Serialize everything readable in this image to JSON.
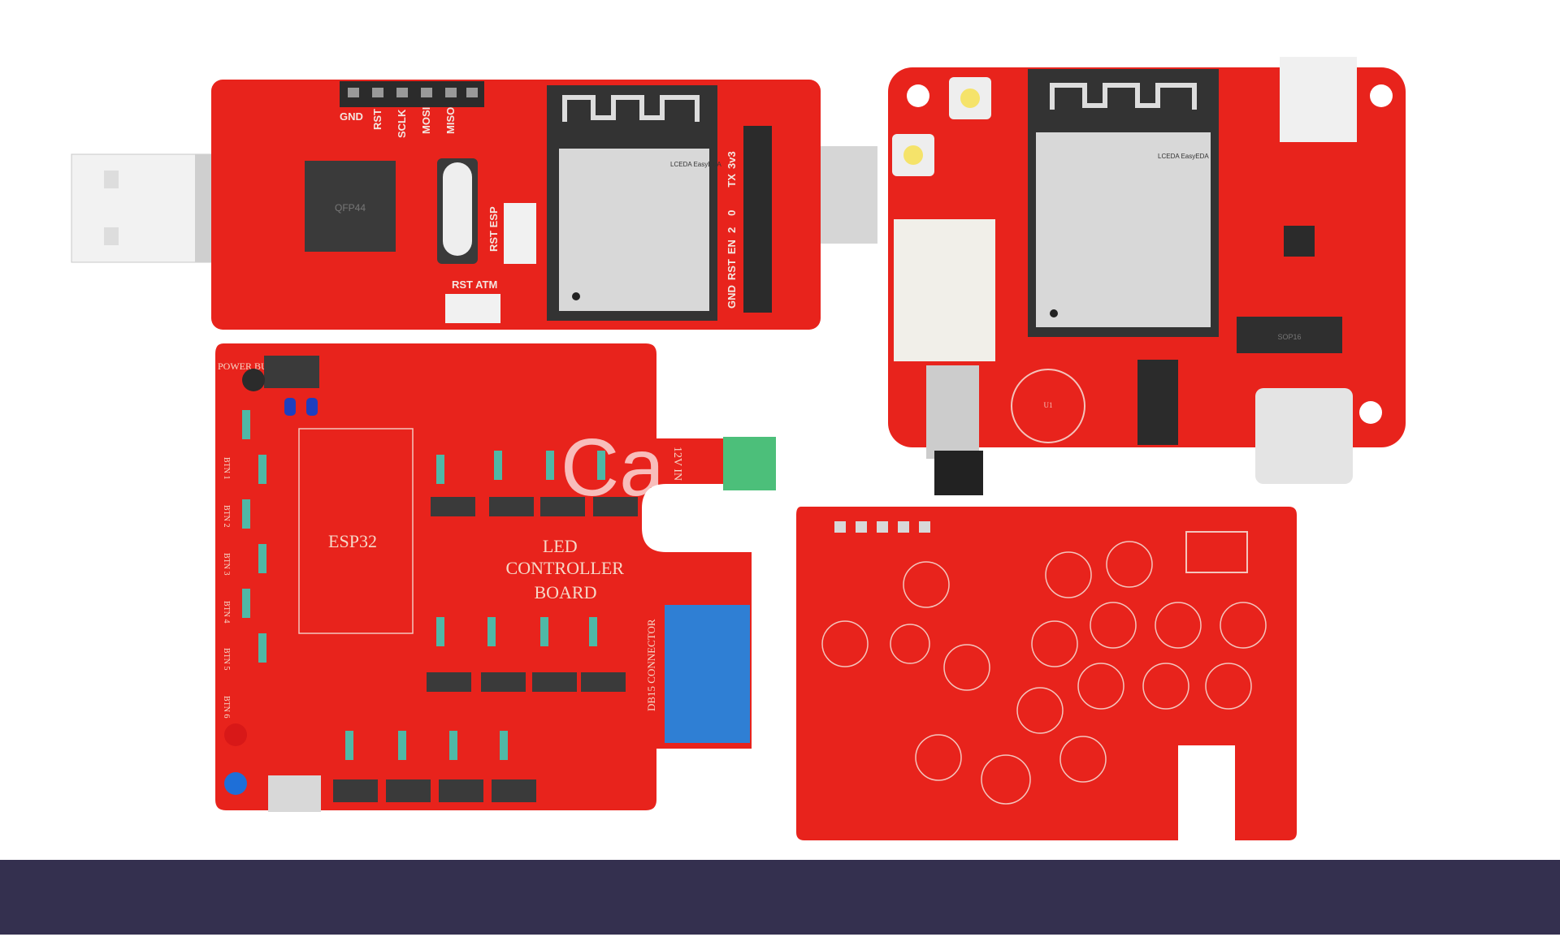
{
  "boards": {
    "usb_programmer": {
      "chip_label": "QFP44",
      "header_pins": [
        "GND",
        "RST",
        "SCLK",
        "MOSI",
        "MISO"
      ],
      "buttons": [
        "RST ESP",
        "RST ATM"
      ],
      "side_pins": [
        "3v3",
        "TX",
        "0",
        "2",
        "EN",
        "RST",
        "GND"
      ],
      "module_logo": "LCEDA EasyEDA"
    },
    "esp_module_board": {
      "module_logo": "LCEDA EasyEDA",
      "ic_label": "SOP16",
      "cap_label": "U1"
    },
    "led_controller": {
      "title_lines": [
        "LED",
        "CONTROLLER",
        "BOARD"
      ],
      "mcu_label": "ESP32",
      "power_label": "POWER BU",
      "input_label": "12V IN",
      "connector_label": "DB15 CONNECTOR",
      "button_labels": [
        "BTN 1",
        "BTN 2",
        "BTN 3",
        "BTN 4",
        "BTN 5",
        "BTN 6"
      ]
    },
    "led_matrix": {}
  },
  "watermark": "Ca",
  "colors": {
    "pcb": "#e8231c",
    "band": "#34304f",
    "silk": "#f6d8c8"
  }
}
